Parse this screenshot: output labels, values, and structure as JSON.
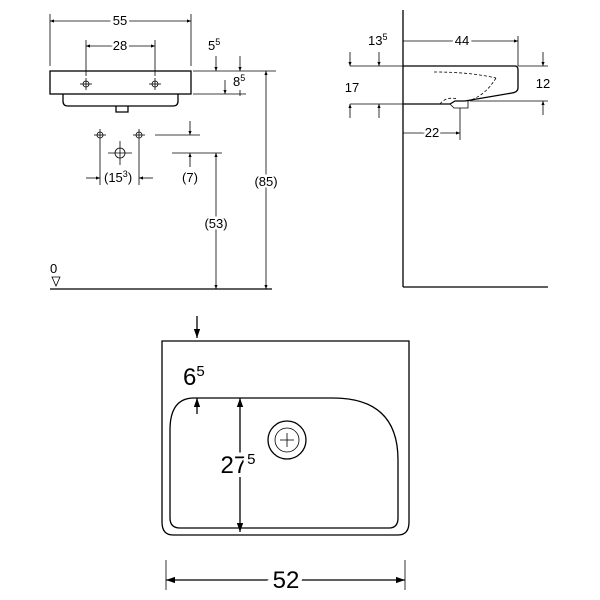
{
  "front_view": {
    "width": "55",
    "tap_spacing": "28",
    "rim_5": "5",
    "rim_5_sup": "5",
    "rim_8": "8",
    "rim_8_sup": "5",
    "waste_offset": "(15",
    "waste_offset_sup": "3",
    "waste_offset_close": ")",
    "dim_7": "(7)",
    "dim_53": "(53)",
    "dim_85": "(85)",
    "floor_level": "0"
  },
  "side_view": {
    "dim_13": "13",
    "dim_13_sup": "5",
    "depth": "44",
    "dim_17": "17",
    "dim_12": "12",
    "dim_22": "22"
  },
  "top_view": {
    "dim_6": "6",
    "dim_6_sup": "5",
    "dim_27": "27",
    "dim_27_sup": "5",
    "width": "52"
  }
}
